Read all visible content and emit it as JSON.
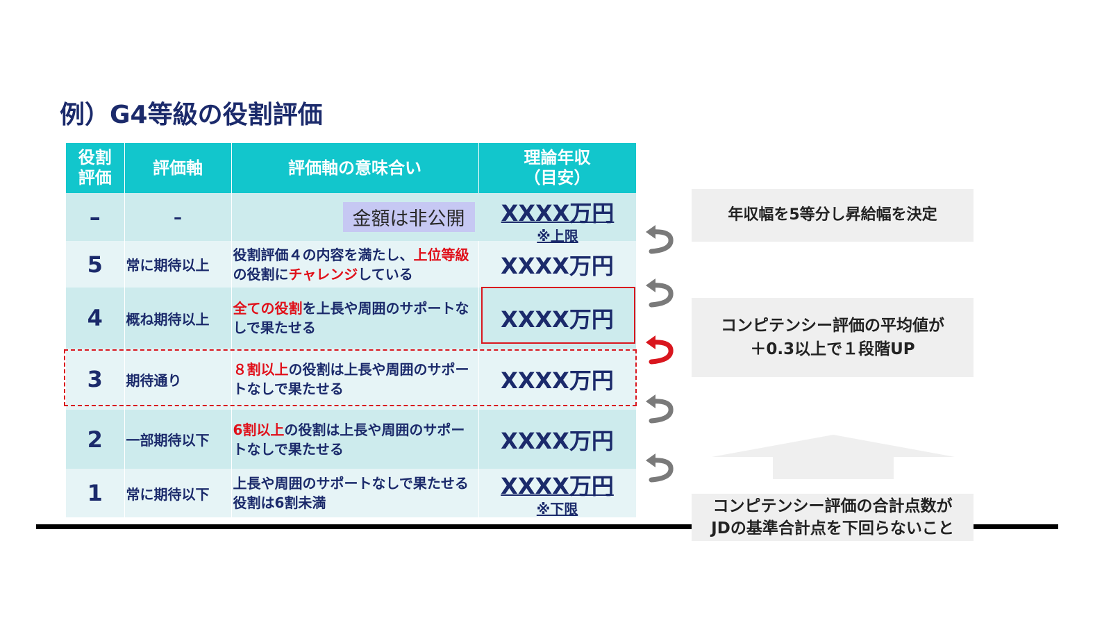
{
  "title": "例）G4等級の役割評価",
  "table": {
    "headers": {
      "grade_line1": "役割",
      "grade_line2": "評価",
      "axis": "評価軸",
      "meaning": "評価軸の意味合い",
      "salary_line1": "理論年収",
      "salary_line2": "（目安）"
    },
    "rows": [
      {
        "grade": "–",
        "axis": "–",
        "note": "金額は非公開",
        "amount": "XXXX万円",
        "limit": "※上限"
      },
      {
        "grade": "5",
        "axis": "常に期待以上",
        "meaning_parts": [
          "役割評価４の内容を満たし、",
          "上位等級",
          "の役割に",
          "チャレンジ",
          "している"
        ],
        "amount": "XXXX万円"
      },
      {
        "grade": "4",
        "axis": "概ね期待以上",
        "meaning_parts": [
          "全ての役割",
          "を上長や周囲のサポートなしで果たせる"
        ],
        "amount": "XXXX万円"
      },
      {
        "grade": "3",
        "axis": "期待通り",
        "meaning_parts": [
          "８割以上",
          "の役割は上長や周囲のサポートなしで果たせる"
        ],
        "amount": "XXXX万円"
      },
      {
        "grade": "2",
        "axis": "一部期待以下",
        "meaning_parts": [
          "6割以上",
          "の役割は上長や周囲のサポートなしで果たせる"
        ],
        "amount": "XXXX万円"
      },
      {
        "grade": "1",
        "axis": "常に期待以下",
        "meaning_parts": [
          "上長や周囲のサポートなしで果たせる役割は6割未満"
        ],
        "amount": "XXXX万円",
        "limit": "※下限"
      }
    ]
  },
  "side": {
    "box1": "年収幅を5等分し昇給幅を決定",
    "box2_line1": "コンピテンシー評価の平均値が",
    "box2_line2": "＋0.3以上で１段階UP",
    "box3_line1": "コンピテンシー評価の合計点数が",
    "box3_line2": "JDの基準合計点を下回らないこと"
  },
  "colors": {
    "header_bg": "#12c6cc",
    "row_dark": "#cdebed",
    "row_light": "#e6f4f6",
    "navy_text": "#1b2a6b",
    "accent_red": "#e0101a",
    "arrow_gray": "#7a7a7a",
    "box_gray": "#efefef"
  },
  "icons": [
    "curved-arrow-icon",
    "up-arrow-icon"
  ]
}
